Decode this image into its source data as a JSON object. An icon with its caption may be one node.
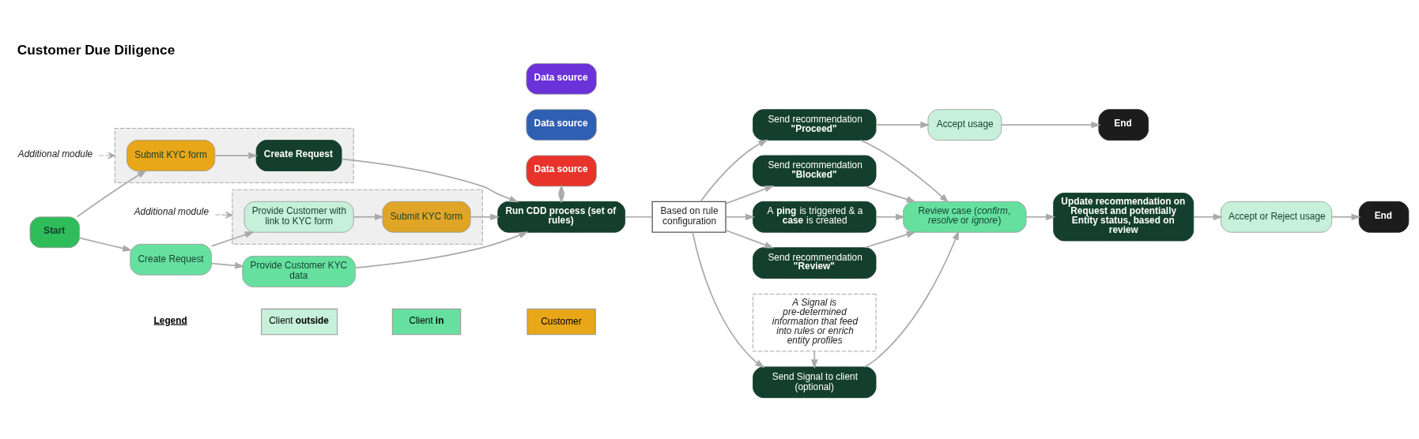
{
  "diagram": {
    "title": "Customer Due Diligence",
    "nodes": [
      {
        "text": [
          "Start"
        ]
      },
      {
        "text": [
          "Create Request"
        ]
      },
      {
        "text": [],
        "shape": "box"
      },
      {
        "text": [
          "Provide Customer with link to KYC form"
        ],
        "in": 2
      },
      {
        "text": [
          "Submit KYC form"
        ],
        "in": 2
      },
      {
        "text": [
          "Provide Customer KYC data"
        ]
      },
      {
        "text": [],
        "shape": "box"
      },
      {
        "text": [
          "Submit KYC form"
        ],
        "in": 6
      },
      {
        "text": [
          "Create Request"
        ],
        "in": 6
      },
      {
        "text": [
          "Additional module"
        ]
      },
      {
        "text": [
          "Additional module"
        ]
      },
      {
        "text": [
          "Data source"
        ]
      },
      {
        "text": [
          "Data source"
        ]
      },
      {
        "text": [
          "Data source"
        ]
      },
      {
        "text": [
          "Run CDD process (set of rules)"
        ]
      },
      {
        "text": [
          "Based on rule configuration"
        ]
      },
      {
        "text": [
          "Send recommendation **\"Proceed\"**"
        ]
      },
      {
        "text": [
          "Send recommendation **\"Review\"**"
        ]
      },
      {
        "text": [
          "Send recommendation **\"Blocked\"**"
        ]
      },
      {
        "text": [
          "A **ping** is triggered & a **case** is created"
        ]
      },
      {
        "text": [
          "Send Signal to client (optional)"
        ]
      },
      {
        "text": [
          "A Signal is pre-determined information that feed into rules or enrich entity profiles"
        ]
      },
      {
        "text": [
          "Accept usage"
        ]
      },
      {
        "text": [
          "End"
        ]
      },
      {
        "text": [
          "Review case (*confirm*, *resolve* or *ignore*)"
        ]
      },
      {
        "text": [
          "Update recommendation on Request and potentially Entity status, based on review"
        ]
      },
      {
        "text": [
          "Accept or Reject usage"
        ]
      },
      {
        "text": [
          "End"
        ]
      }
    ],
    "edges": [
      {
        "from": 0,
        "to": 1,
        "arrow": "to"
      },
      {
        "from": 0,
        "to": 7,
        "arrow": "to"
      },
      {
        "from": 1,
        "to": 3,
        "arrow": "to"
      },
      {
        "from": 1,
        "to": 5,
        "arrow": "to"
      },
      {
        "from": 3,
        "to": 4,
        "arrow": "to"
      },
      {
        "from": 7,
        "to": 8,
        "arrow": "to"
      },
      {
        "from": 4,
        "to": 14,
        "arrow": "to"
      },
      {
        "from": 5,
        "to": 14,
        "arrow": "to"
      },
      {
        "from": 8,
        "to": 14,
        "arrow": "to"
      },
      {
        "from": 9,
        "to": 2,
        "arrow": "to",
        "style": "dashed"
      },
      {
        "from": 10,
        "to": 6,
        "arrow": "to",
        "style": "dashed"
      },
      {
        "from": 13,
        "to": 14,
        "arrow": "both"
      },
      {
        "from": 14,
        "to": 15,
        "arrow": "none"
      },
      {
        "from": 15,
        "to": 16,
        "arrow": "to"
      },
      {
        "from": 15,
        "to": 17,
        "arrow": "to"
      },
      {
        "from": 15,
        "to": 18,
        "arrow": "to"
      },
      {
        "from": 15,
        "to": 19,
        "arrow": "to"
      },
      {
        "from": 15,
        "to": 20,
        "arrow": "to"
      },
      {
        "from": 16,
        "to": 22,
        "arrow": "to"
      },
      {
        "from": 16,
        "to": 24,
        "arrow": "to"
      },
      {
        "from": 17,
        "to": 24,
        "arrow": "to"
      },
      {
        "from": 18,
        "to": 24,
        "arrow": "to"
      },
      {
        "from": 19,
        "to": 24,
        "arrow": "to"
      },
      {
        "from": 20,
        "to": 24,
        "arrow": "to"
      },
      {
        "from": 21,
        "to": 20,
        "arrow": "to"
      },
      {
        "from": 22,
        "to": 23,
        "arrow": "to"
      },
      {
        "from": 24,
        "to": 25,
        "arrow": "to"
      },
      {
        "from": 25,
        "to": 26,
        "arrow": "to"
      },
      {
        "from": 26,
        "to": 27,
        "arrow": "to"
      }
    ],
    "labels": [
      "Legend"
    ],
    "legend": [
      {
        "text": "Client **outside**",
        "color": "#c6f0da"
      },
      {
        "text": "Client **in**",
        "color": "#66e09f"
      },
      {
        "text": "Customer",
        "color": "#e8a619"
      }
    ]
  }
}
